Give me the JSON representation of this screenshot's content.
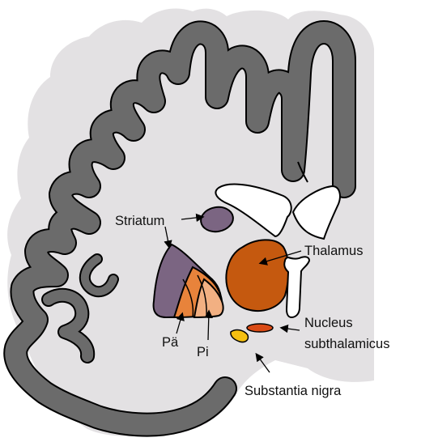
{
  "labels": {
    "striatum": "Striatum",
    "thalamus": "Thalamus",
    "nucleus_line1": "Nucleus",
    "nucleus_line2": "subthalamicus",
    "substantia_nigra": "Substantia nigra",
    "pa": "Pä",
    "pi": "Pi"
  },
  "colors": {
    "background": "#e3e1e3",
    "cortex_gray": "#6b6b6b",
    "striatum_purple": "#7b6582",
    "putamen_orange": "#e8833b",
    "globus_pallidus_light": "#f2b082",
    "thalamus_brown": "#c5590f",
    "nucleus_subthalamicus_red": "#d94a15",
    "substantia_nigra_yellow": "#f5c011",
    "ventricles_white": "#ffffff"
  }
}
